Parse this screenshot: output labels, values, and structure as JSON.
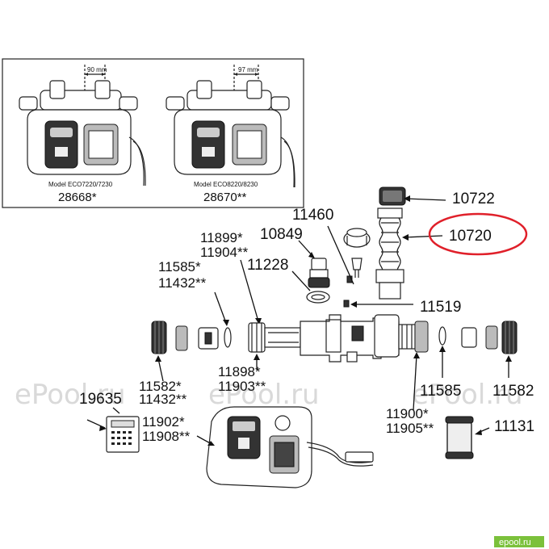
{
  "inset": {
    "left_model": "Model ECO7220/7230",
    "left_code": "28668*",
    "left_dim": "90 mm",
    "right_model": "Model ECO8220/8230",
    "right_code": "28670**",
    "right_dim": "97 mm"
  },
  "parts": {
    "p10722": "10722",
    "p10720": "10720",
    "p11460": "11460",
    "p11899": "11899*",
    "p10849": "10849",
    "p11904": "11904**",
    "p11585a": "11585*",
    "p11228": "11228",
    "p11432a": "11432**",
    "p11519": "11519",
    "p11898": "11898*",
    "p11903": "11903**",
    "p19635": "19635",
    "p11582a": "11582*",
    "p11432b": "11432**",
    "p11585b": "11585",
    "p11582b": "11582",
    "p11902": "11902*",
    "p11908": "11908**",
    "p11900": "11900*",
    "p11905": "11905**",
    "p11131": "11131"
  },
  "watermarks": {
    "left": "ePool.ru",
    "mid": "ePool.ru",
    "right": "ePool.ru",
    "badge": "epool.ru"
  },
  "colors": {
    "highlight": "#e0202a",
    "badge": "#7bc13b"
  }
}
